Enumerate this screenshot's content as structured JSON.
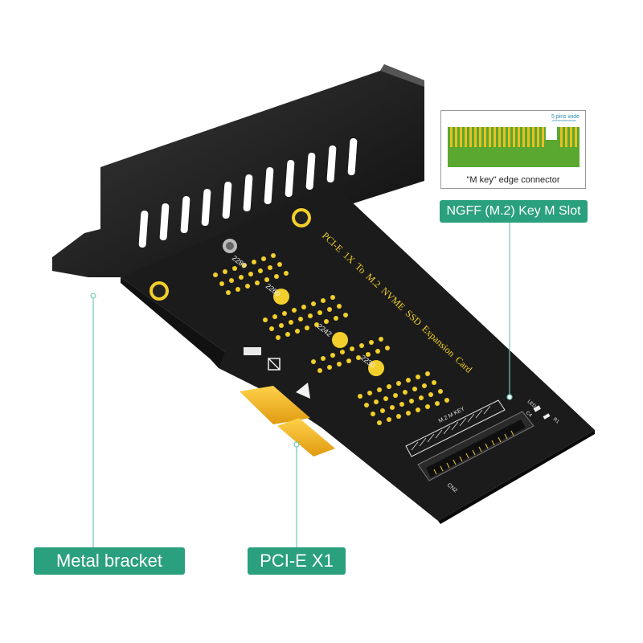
{
  "labels": {
    "metal_bracket": "Metal bracket",
    "pcie_x1": "PCI-E X1",
    "ngff_slot": "NGFF (M.2) Key M Slot"
  },
  "inset": {
    "caption": "\"M key\" edge connector",
    "pins_note": "5 pins wide"
  },
  "board": {
    "title_text": "PCI-E  1X  To  M.2  NVME  SSD  Expansion  Card",
    "standoff_labels": [
      "2280",
      "2260",
      "2242",
      "2230"
    ],
    "slot_marking": "M.2 M KEY",
    "connector_ref": "CN2",
    "component_labels": [
      "LED",
      "C4",
      "R1"
    ]
  },
  "colors": {
    "accent_green": "#2aa07e",
    "pcb_black": "#1b1b1b",
    "silkscreen_yellow": "#f2cf2a",
    "gold_contacts": "#f0b020",
    "edge_green": "#5aa830"
  }
}
